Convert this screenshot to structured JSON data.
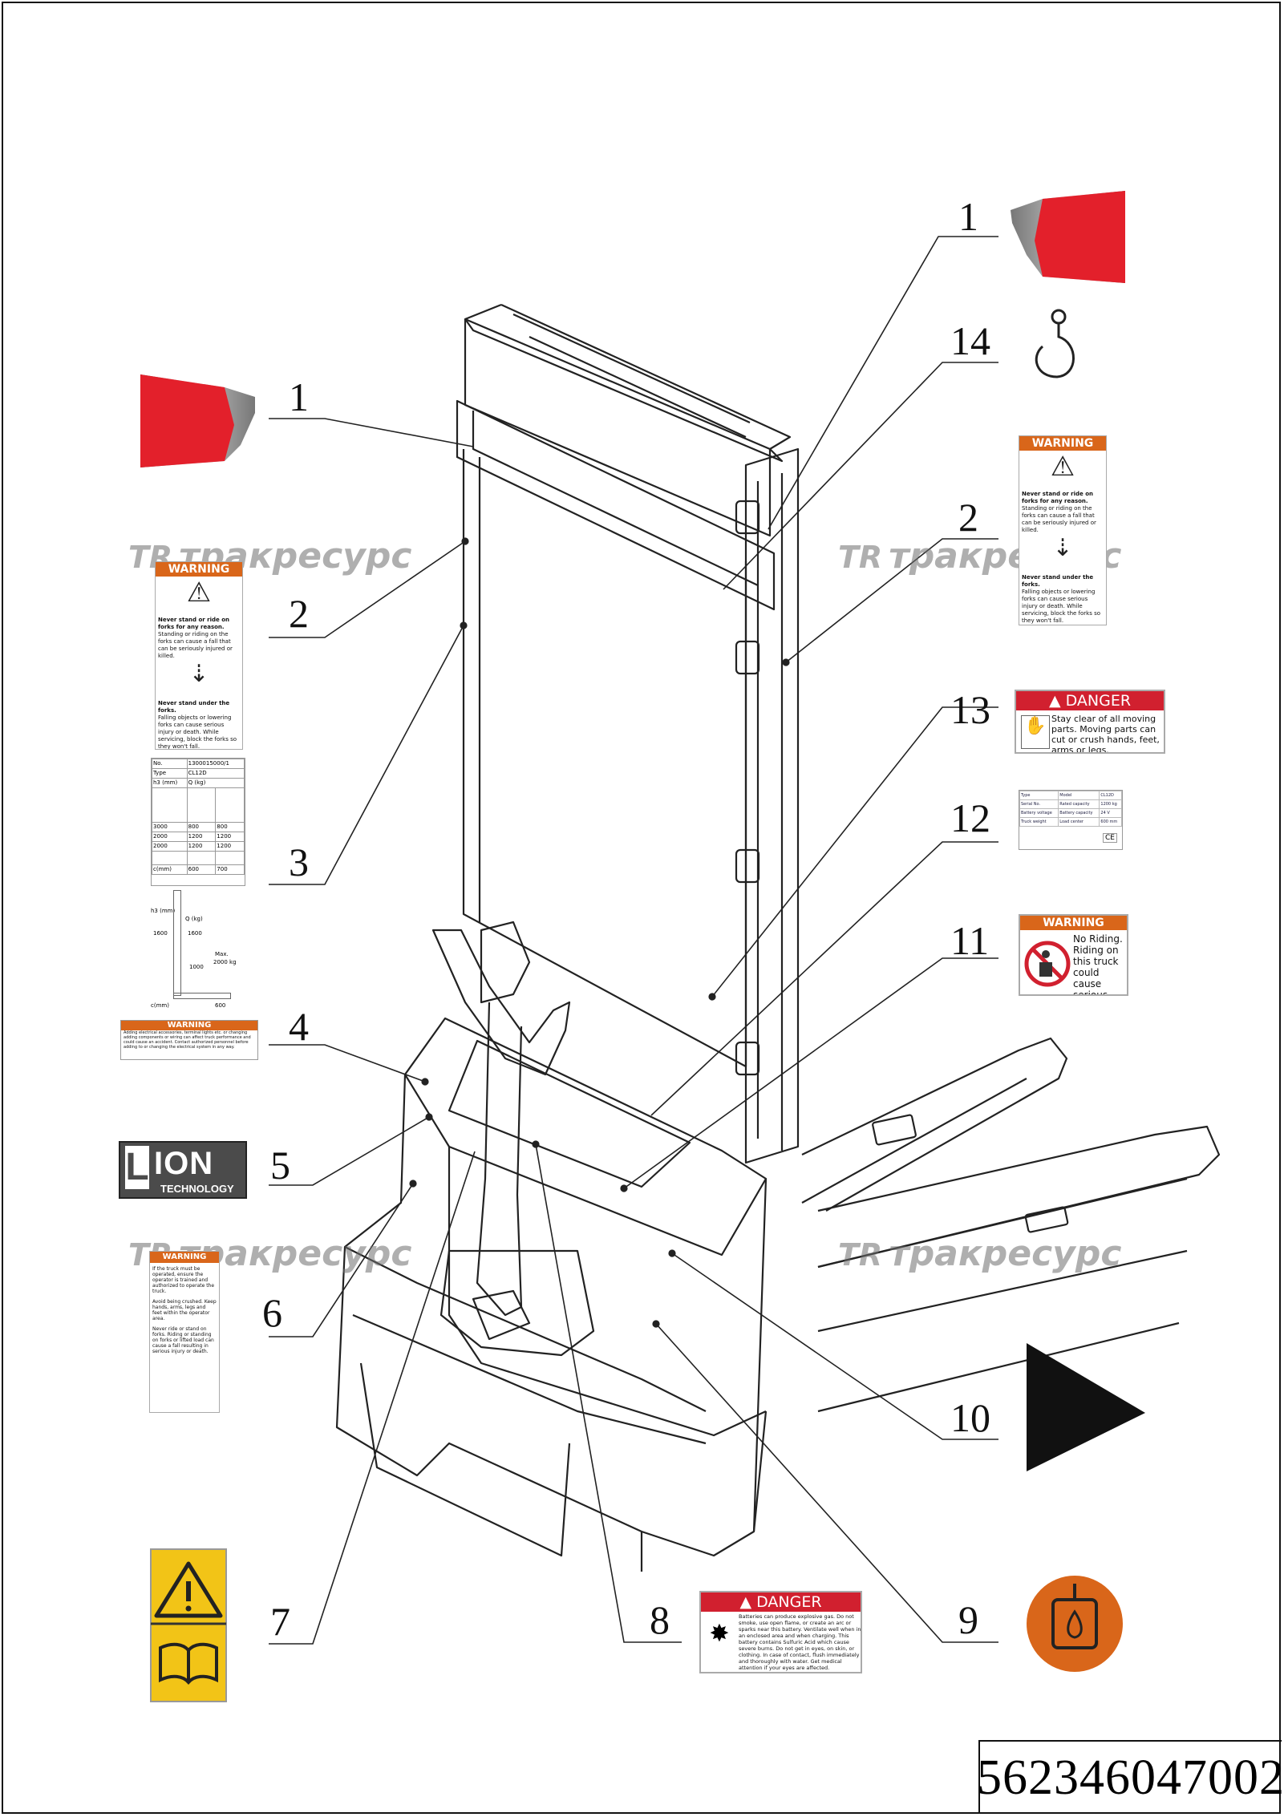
{
  "document_number": "562346047002",
  "watermark_text": "тракресурс",
  "watermark_mark": "TR",
  "callouts": {
    "c1a": "1",
    "c1b": "1",
    "c14": "14",
    "c2a": "2",
    "c2b": "2",
    "c3": "3",
    "c13": "13",
    "c12": "12",
    "c4": "4",
    "c11": "11",
    "c5": "5",
    "c6": "6",
    "c10": "10",
    "c7": "7",
    "c8": "8",
    "c9": "9"
  },
  "warning_fork_label": {
    "header": "WARNING",
    "line1": "Never stand or ride on forks for any reason.",
    "line2": "Standing or riding on the forks can cause a fall that can be seriously injured or killed.",
    "line3": "Never stand under the forks.",
    "line4": "Falling objects or lowering forks can cause serious injury or death. While servicing, block the forks so they won't fall."
  },
  "capacity_label": {
    "no": "No.",
    "serial": "1300015000/1",
    "type_label": "Type",
    "type_value": "CL12D",
    "h_label": "h3 (mm)",
    "q_label": "Q (kg)",
    "rows": [
      [
        "3000",
        "800",
        "800"
      ],
      [
        "2000",
        "1200",
        "1200"
      ],
      [
        "2000",
        "1200",
        "1200"
      ]
    ],
    "c_label": "c(mm)",
    "c_values": [
      "600",
      "700"
    ]
  },
  "capacity_diagram": {
    "h3_label": "h3 (mm)",
    "q_label": "Q (kg)",
    "h_value": "1600",
    "q_value": "1600",
    "max_label": "Max.",
    "max_value": "2000 kg",
    "q2_value": "1000",
    "c_label": "c(mm)",
    "c_value": "600"
  },
  "charge_warning": {
    "header": "WARNING",
    "text": "Adding electrical accessories, terminal lights etc. or changing adding components or wiring can affect truck performance and could cause an accident. Contact authorized personnel before adding to or changing the electrical system in any way."
  },
  "lion_label": {
    "big": "ION",
    "sub": "TECHNOLOGY",
    "letter": "L"
  },
  "operator_warning": {
    "header": "WARNING",
    "p1": "If the truck must be operated, ensure the operator is trained and authorized to operate the truck.",
    "p2": "Avoid being crushed. Keep hands, arms, legs and feet within the operator area.",
    "p3": "Never ride or stand on forks. Riding or standing on forks or lifted load can cause a fall resulting in serious injury or death."
  },
  "moving_parts_danger": {
    "header": "DANGER",
    "text": "Stay clear of all moving parts. Moving parts can cut or crush hands, feet, arms or legs."
  },
  "nameplate": {
    "rows": [
      [
        "Type",
        "Model",
        "CL12D"
      ],
      [
        "Serial No.",
        "Rated capacity",
        "1200 kg"
      ],
      [
        "Battery voltage",
        "Battery capacity",
        "24 V"
      ],
      [
        "Truck weight",
        "Load center",
        "600 mm"
      ]
    ],
    "ce": "CE"
  },
  "no_riding_warning": {
    "header": "WARNING",
    "text": "No Riding. Riding on this truck could cause serious injury."
  },
  "battery_danger": {
    "header": "DANGER",
    "text": "Batteries can produce explosive gas. Do not smoke, use open flame, or create an arc or sparks near this battery. Ventilate well when in an enclosed area and when charging. This battery contains Sulfuric Acid which cause severe burns. Do not get in eyes, on skin, or clothing. In case of contact, flush immediately and thoroughly with water. Get medical attention if your eyes are affected."
  },
  "colors": {
    "red": "#e3202b",
    "orange": "#d9661a",
    "yellow": "#f2c417",
    "dark_gray": "#4b4b4b",
    "line": "#222222"
  }
}
